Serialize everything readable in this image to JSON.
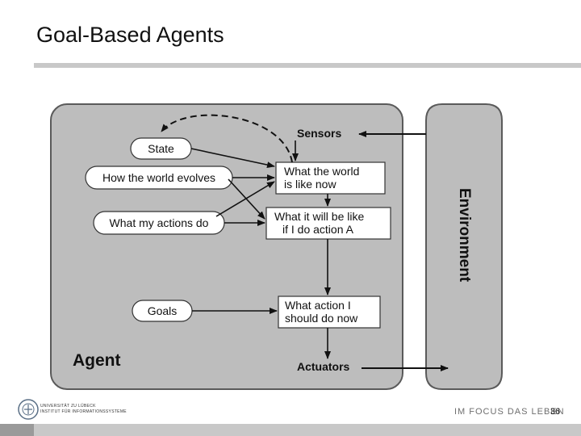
{
  "slide": {
    "title": "Goal-Based Agents",
    "page_number": "36"
  },
  "diagram": {
    "agent_label": "Agent",
    "environment_label": "Environment",
    "sensors_label": "Sensors",
    "actuators_label": "Actuators",
    "state_label": "State",
    "world_evolves_label": "How the world evolves",
    "actions_do_label": "What my actions do",
    "goals_label": "Goals",
    "world_now_line1": "What the world",
    "world_now_line2": "is like now",
    "action_a_line1": "What it will be like",
    "action_a_line2": "if I do action A",
    "what_action_line1": "What action I",
    "what_action_line2": "should do now"
  },
  "footer": {
    "university_line1": "UNIVERSITÄT ZU LÜBECK",
    "university_line2": "INSTITUT FÜR INFORMATIONSSYSTEME",
    "motto": "IM FOCUS DAS LEBEN"
  },
  "colors": {
    "panel_fill": "#bdbdbd",
    "panel_stroke": "#5a5a5a",
    "box_fill": "#ffffff",
    "arrow": "#111111"
  }
}
